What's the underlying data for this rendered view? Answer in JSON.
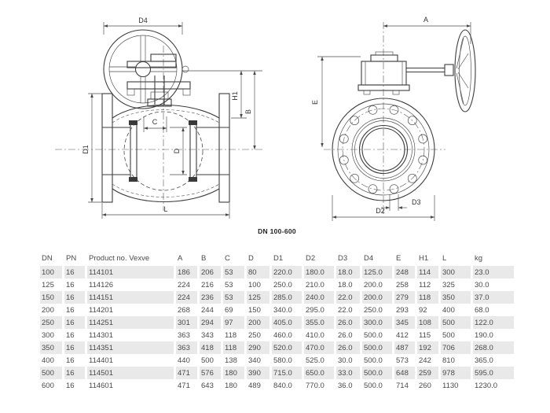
{
  "page": {
    "caption": "DN 100-600"
  },
  "drawing": {
    "left_view": {
      "description": "ball valve side section with handwheel",
      "labels": {
        "d4": "D4",
        "h1": "H1",
        "b": "B",
        "c": "C",
        "d": "D",
        "d1": "D1",
        "l": "L"
      }
    },
    "right_view": {
      "description": "ball valve front view with gearbox and handwheel",
      "labels": {
        "a": "A",
        "e": "E",
        "d2": "D2",
        "d3": "D3"
      }
    }
  },
  "table": {
    "columns": [
      "DN",
      "PN",
      "Product no. Vexve",
      "A",
      "B",
      "C",
      "D",
      "D1",
      "D2",
      "D3",
      "D4",
      "E",
      "H1",
      "L",
      "kg"
    ],
    "rows": [
      [
        "100",
        "16",
        "114101",
        "186",
        "206",
        "53",
        "80",
        "220.0",
        "180.0",
        "18.0",
        "125.0",
        "248",
        "114",
        "300",
        "23.0"
      ],
      [
        "125",
        "16",
        "114126",
        "224",
        "216",
        "53",
        "100",
        "250.0",
        "210.0",
        "18.0",
        "200.0",
        "258",
        "112",
        "325",
        "30.0"
      ],
      [
        "150",
        "16",
        "114151",
        "224",
        "236",
        "53",
        "125",
        "285.0",
        "240.0",
        "22.0",
        "200.0",
        "279",
        "118",
        "350",
        "37.0"
      ],
      [
        "200",
        "16",
        "114201",
        "268",
        "244",
        "69",
        "150",
        "340.0",
        "295.0",
        "22.0",
        "250.0",
        "293",
        "92",
        "400",
        "68.0"
      ],
      [
        "250",
        "16",
        "114251",
        "301",
        "294",
        "97",
        "200",
        "405.0",
        "355.0",
        "26.0",
        "300.0",
        "345",
        "108",
        "500",
        "122.0"
      ],
      [
        "300",
        "16",
        "114301",
        "363",
        "343",
        "118",
        "250",
        "460.0",
        "410.0",
        "26.0",
        "500.0",
        "412",
        "115",
        "500",
        "190.0"
      ],
      [
        "350",
        "16",
        "114351",
        "363",
        "418",
        "118",
        "290",
        "520.0",
        "470.0",
        "26.0",
        "500.0",
        "487",
        "192",
        "706",
        "268.0"
      ],
      [
        "400",
        "16",
        "114401",
        "440",
        "500",
        "138",
        "340",
        "580.0",
        "525.0",
        "30.0",
        "500.0",
        "573",
        "242",
        "810",
        "365.0"
      ],
      [
        "500",
        "16",
        "114501",
        "471",
        "576",
        "180",
        "390",
        "715.0",
        "650.0",
        "33.0",
        "500.0",
        "648",
        "259",
        "978",
        "595.0"
      ],
      [
        "600",
        "16",
        "114601",
        "471",
        "643",
        "180",
        "489",
        "840.0",
        "770.0",
        "36.0",
        "500.0",
        "714",
        "260",
        "1130",
        "1230.0"
      ]
    ],
    "colors": {
      "row_shade": "#e9e9e9",
      "text": "#4a4a4a"
    }
  }
}
